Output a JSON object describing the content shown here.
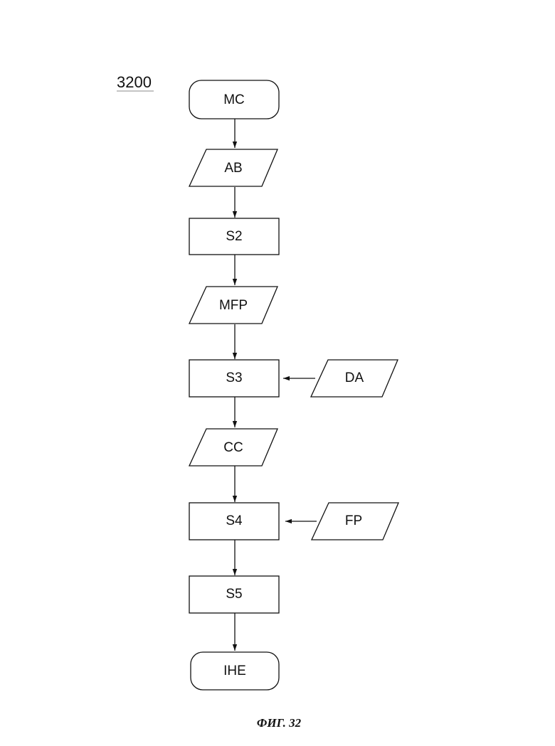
{
  "figure_ref": "3200",
  "caption": "ФИГ. 32",
  "nodes": {
    "mc": {
      "label": "MC",
      "shape": "terminator"
    },
    "ab": {
      "label": "AB",
      "shape": "data"
    },
    "s2": {
      "label": "S2",
      "shape": "process"
    },
    "mfp": {
      "label": "MFP",
      "shape": "data"
    },
    "s3": {
      "label": "S3",
      "shape": "process"
    },
    "da": {
      "label": "DA",
      "shape": "data"
    },
    "cc": {
      "label": "CC",
      "shape": "data"
    },
    "s4": {
      "label": "S4",
      "shape": "process"
    },
    "fp": {
      "label": "FP",
      "shape": "data"
    },
    "s5": {
      "label": "S5",
      "shape": "process"
    },
    "ihe": {
      "label": "IHE",
      "shape": "terminator"
    }
  },
  "edges": [
    [
      "mc",
      "ab"
    ],
    [
      "ab",
      "s2"
    ],
    [
      "s2",
      "mfp"
    ],
    [
      "mfp",
      "s3"
    ],
    [
      "da",
      "s3"
    ],
    [
      "s3",
      "cc"
    ],
    [
      "cc",
      "s4"
    ],
    [
      "fp",
      "s4"
    ],
    [
      "s4",
      "s5"
    ],
    [
      "s5",
      "ihe"
    ]
  ]
}
